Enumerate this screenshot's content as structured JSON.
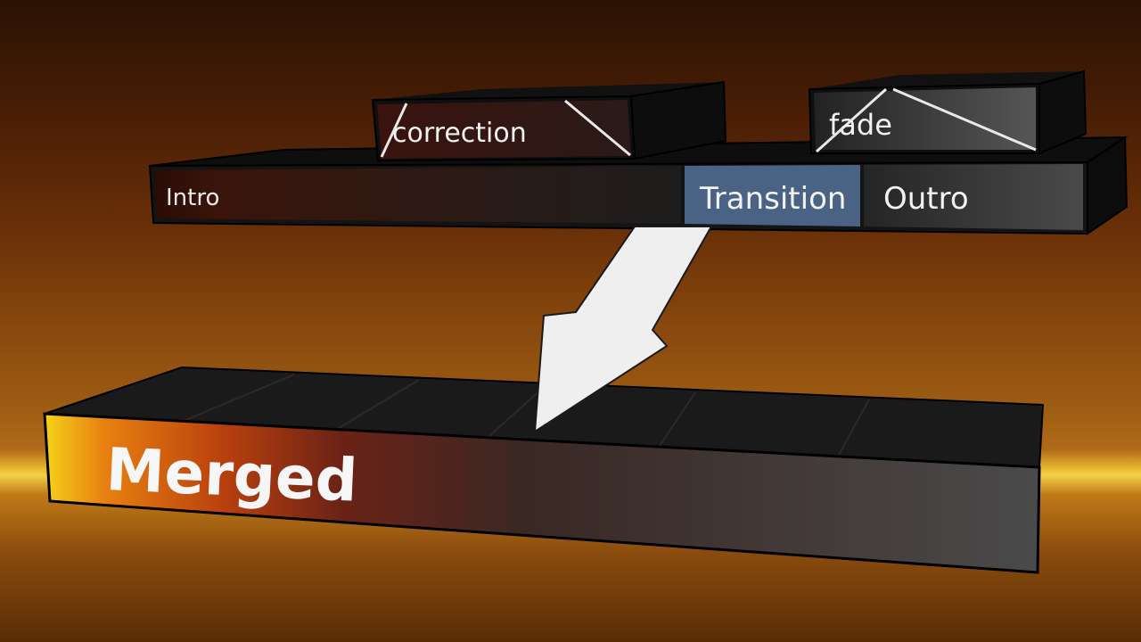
{
  "blocks": {
    "correction": "correction",
    "fade": "fade"
  },
  "track": {
    "segments": [
      "Intro",
      "Transition",
      "Outro"
    ]
  },
  "merged": {
    "label": "Merged"
  },
  "colors": {
    "transition_segment": "#4a6384",
    "merged_start": "#f5c418",
    "merged_mid": "#c0400c",
    "box_dark": "#111111",
    "arrow": "#f0f0f0"
  }
}
